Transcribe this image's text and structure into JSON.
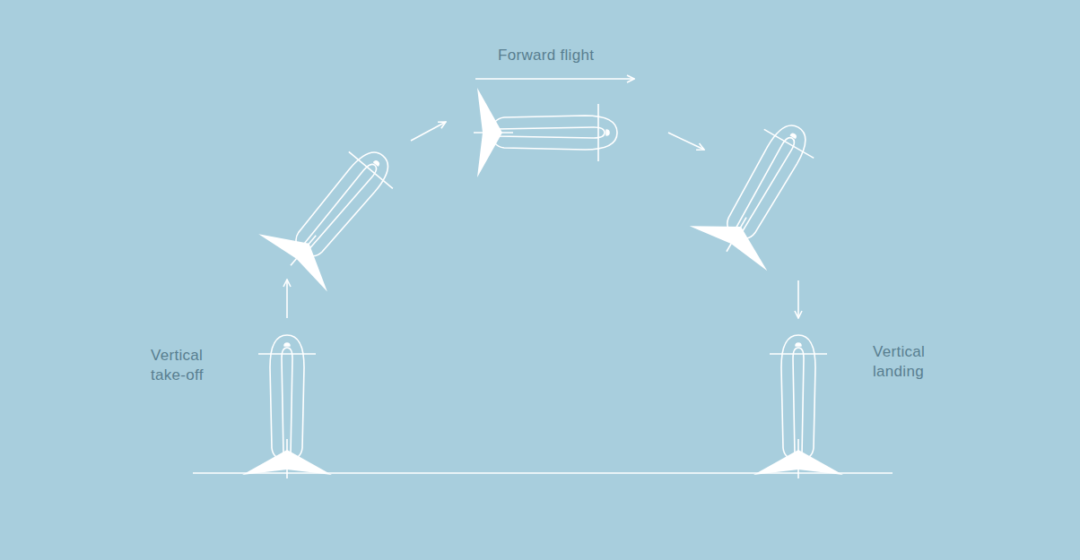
{
  "diagram": {
    "labels": [
      "Forward flight",
      "Vertical take-off",
      "Vertical landing"
    ]
  }
}
